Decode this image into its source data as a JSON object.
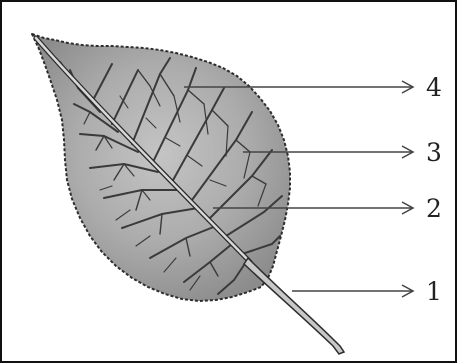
{
  "labels": {
    "label_4": "4",
    "label_3": "3",
    "label_2": "2",
    "label_1": "1"
  },
  "colors": {
    "leaf_fill": "#a9a9a9",
    "leaf_stroke": "#2d2d2d",
    "vein": "#3a3a3a",
    "midrib": "#d2d2d2",
    "arrow": "#444444"
  }
}
